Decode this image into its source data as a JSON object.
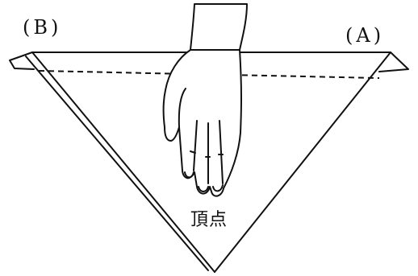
{
  "labels": {
    "corner_b": "(B)",
    "corner_a": "(A)",
    "apex": "頂点"
  },
  "colors": {
    "line": "#111111",
    "background": "#ffffff"
  }
}
